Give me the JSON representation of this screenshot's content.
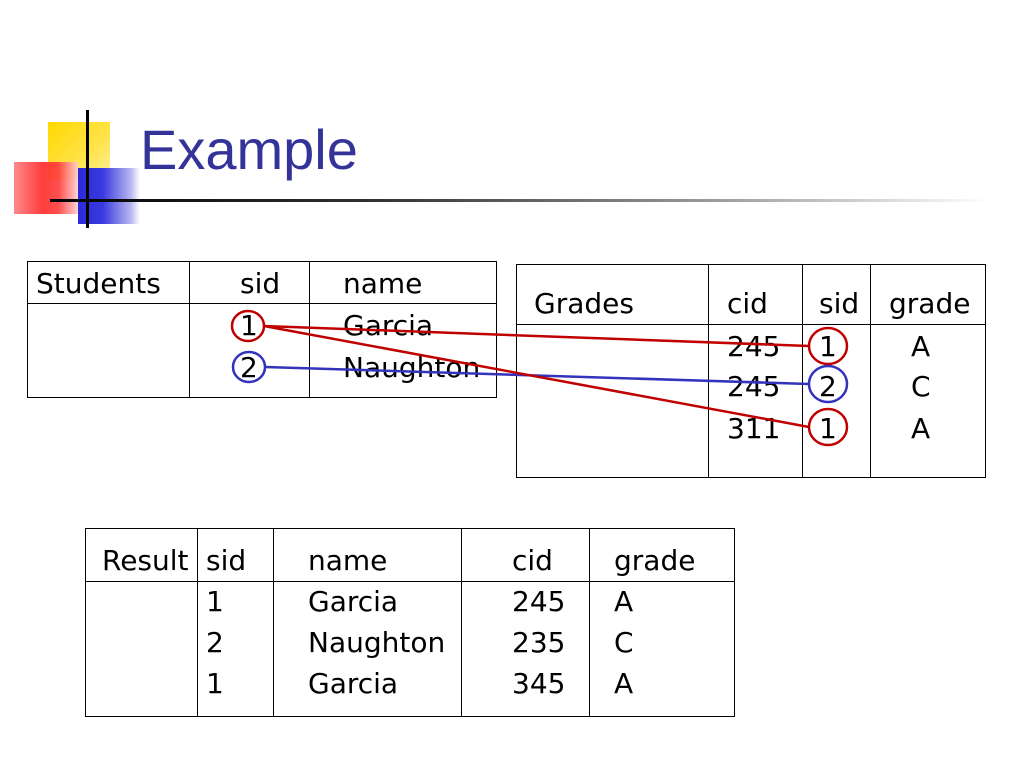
{
  "slide": {
    "title": "Example"
  },
  "students": {
    "table_name": "Students",
    "columns": [
      "sid",
      "name"
    ],
    "rows": [
      {
        "sid": "1",
        "name": "Garcia"
      },
      {
        "sid": "2",
        "name": "Naughton"
      }
    ]
  },
  "grades": {
    "table_name": "Grades",
    "columns": [
      "cid",
      "sid",
      "grade"
    ],
    "rows": [
      {
        "cid": "245",
        "sid": "1",
        "grade": "A"
      },
      {
        "cid": "245",
        "sid": "2",
        "grade": "C"
      },
      {
        "cid": "311",
        "sid": "1",
        "grade": "A"
      }
    ]
  },
  "result": {
    "table_name": "Result",
    "columns": [
      "sid",
      "name",
      "cid",
      "grade"
    ],
    "rows": [
      {
        "sid": "1",
        "name": "Garcia",
        "cid": "245",
        "grade": "A"
      },
      {
        "sid": "2",
        "name": "Naughton",
        "cid": "235",
        "grade": "C"
      },
      {
        "sid": "1",
        "name": "Garcia",
        "cid": "345",
        "grade": "A"
      }
    ]
  },
  "colors": {
    "title": "#333399",
    "match_red": "#c00000",
    "match_blue": "#3333bb"
  },
  "connections": [
    {
      "from_students_row": 0,
      "to_grades_row": 0,
      "color": "#c00000"
    },
    {
      "from_students_row": 1,
      "to_grades_row": 1,
      "color": "#3333bb"
    },
    {
      "from_students_row": 0,
      "to_grades_row": 2,
      "color": "#c00000"
    }
  ]
}
